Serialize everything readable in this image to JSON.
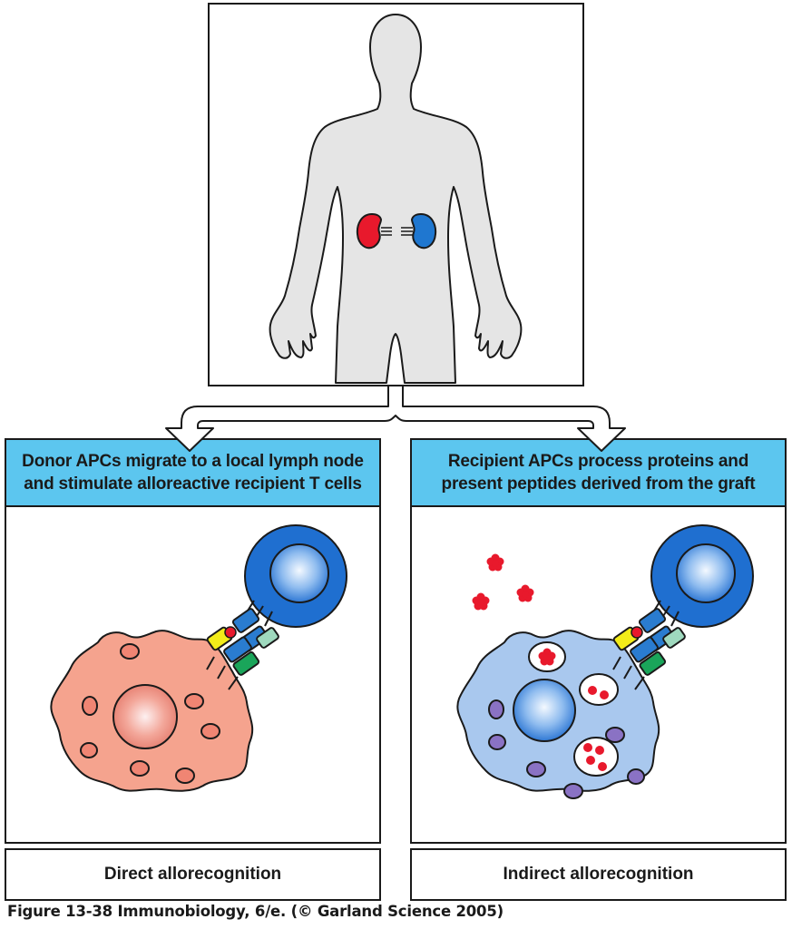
{
  "panels": [
    {
      "id": "direct",
      "header_lines": [
        "Donor APCs migrate to a local lymph node",
        "and stimulate alloreactive recipient T cells"
      ],
      "caption": "Direct allorecognition"
    },
    {
      "id": "indirect",
      "header_lines": [
        "Recipient APCs process proteins and",
        "present peptides derived from the graft"
      ],
      "caption": "Indirect allorecognition"
    }
  ],
  "figure_caption": "Figure 13-38  Immunobiology, 6/e. (© Garland Science 2005)",
  "colors": {
    "header_bg": "#5cc6ef",
    "body_silhouette": "#e5e5e5",
    "donor_kidney": "#e8192c",
    "recipient_kidney": "#1f77d0",
    "donor_apc": "#f5a38e",
    "recipient_apc": "#a9c8ee",
    "t_cell": "#1f6fd0",
    "peptide": "#e8192c",
    "mhc_yellow": "#f3ec19",
    "tcr_blue": "#2a7cd0",
    "cd4_green": "#1aa55a",
    "cd4_light": "#9fd9be"
  }
}
